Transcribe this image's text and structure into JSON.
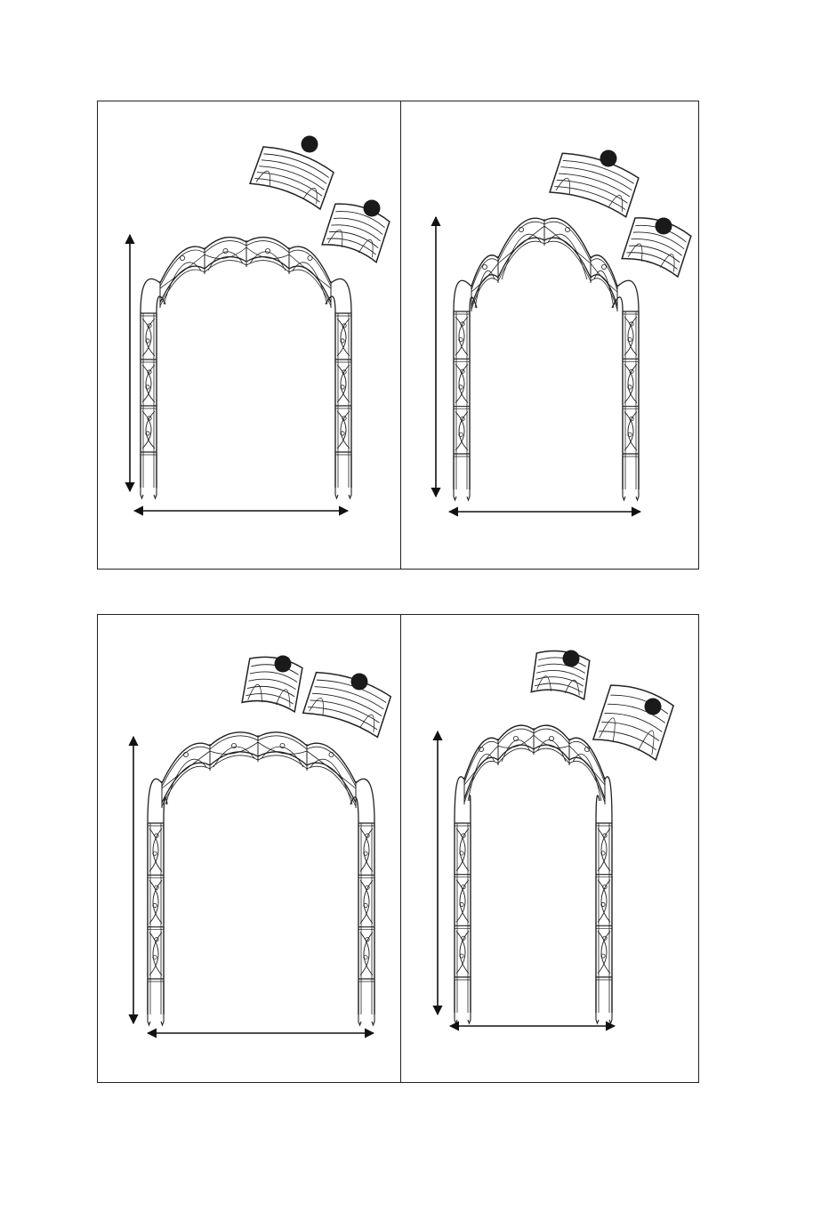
{
  "diagram": {
    "subject": "garden-arch-assembly-configurations",
    "line_color": "#222222",
    "marker_color": "#1a1a1a",
    "background": "#ffffff",
    "panels": [
      {
        "id": "a",
        "arch": "twin-peak",
        "parts": [
          "curved-arch-segment",
          "curved-arch-segment"
        ]
      },
      {
        "id": "b",
        "arch": "raised-center",
        "parts": [
          "curved-arch-segment",
          "curved-arch-segment"
        ]
      },
      {
        "id": "c",
        "arch": "wide-twin-peak",
        "parts": [
          "curved-arch-segment",
          "curved-arch-segment"
        ]
      },
      {
        "id": "d",
        "arch": "narrow-twin-peak",
        "parts": [
          "curved-arch-segment",
          "curved-arch-segment"
        ]
      }
    ]
  }
}
